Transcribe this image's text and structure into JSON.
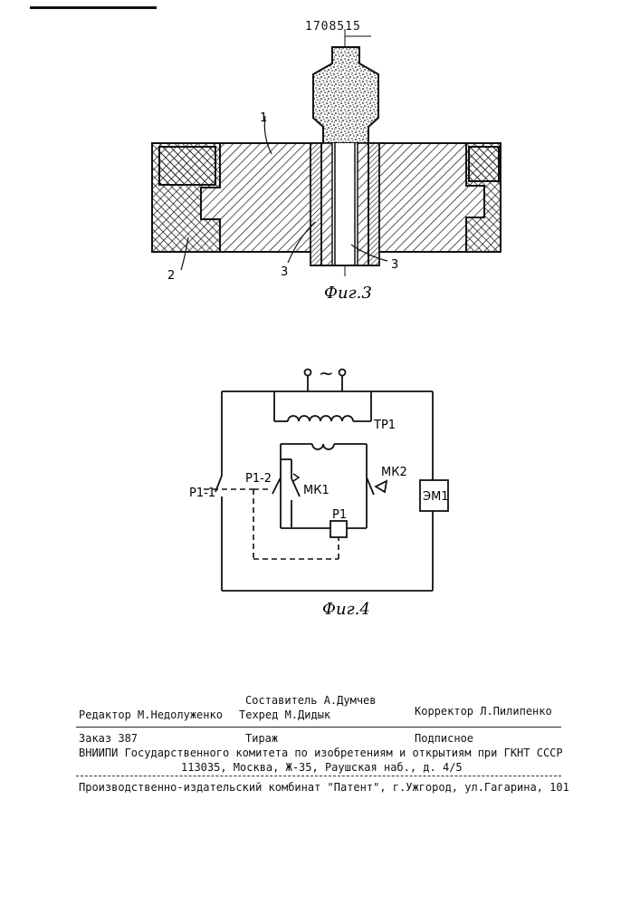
{
  "patent_number": "1708515",
  "fig3": {
    "caption": "Фиг.3",
    "labels": {
      "part_1": "1",
      "part_2": "2",
      "part_3_left": "3",
      "part_3_right": "3"
    }
  },
  "fig4": {
    "caption": "Фиг.4",
    "labels": {
      "supply": "~",
      "transformer": "ТР1",
      "contact_p1_1": "Р1-1",
      "contact_p1_2": "Р1-2",
      "switch_mk1": "МК1",
      "switch_mk2": "МК2",
      "relay_p1": "Р1",
      "magnet": "ЭМ1"
    }
  },
  "imprint": {
    "compiler": "Составитель А.Думчев",
    "editor": "Редактор М.Недолуженко",
    "techred": "Техред М.Дидык",
    "corrector": "Корректор Л.Пилипенко",
    "order": "Заказ 387",
    "circulation": "Тираж",
    "subscription": "Подписное",
    "institute": "ВНИИПИ Государственного комитета по изобретениям и открытиям при ГКНТ СССР",
    "address": "113035, Москва, Ж-35, Раушская наб., д. 4/5",
    "publisher": "Производственно-издательский комбинат \"Патент\", г.Ужгород, ул.Гагарина, 101"
  }
}
